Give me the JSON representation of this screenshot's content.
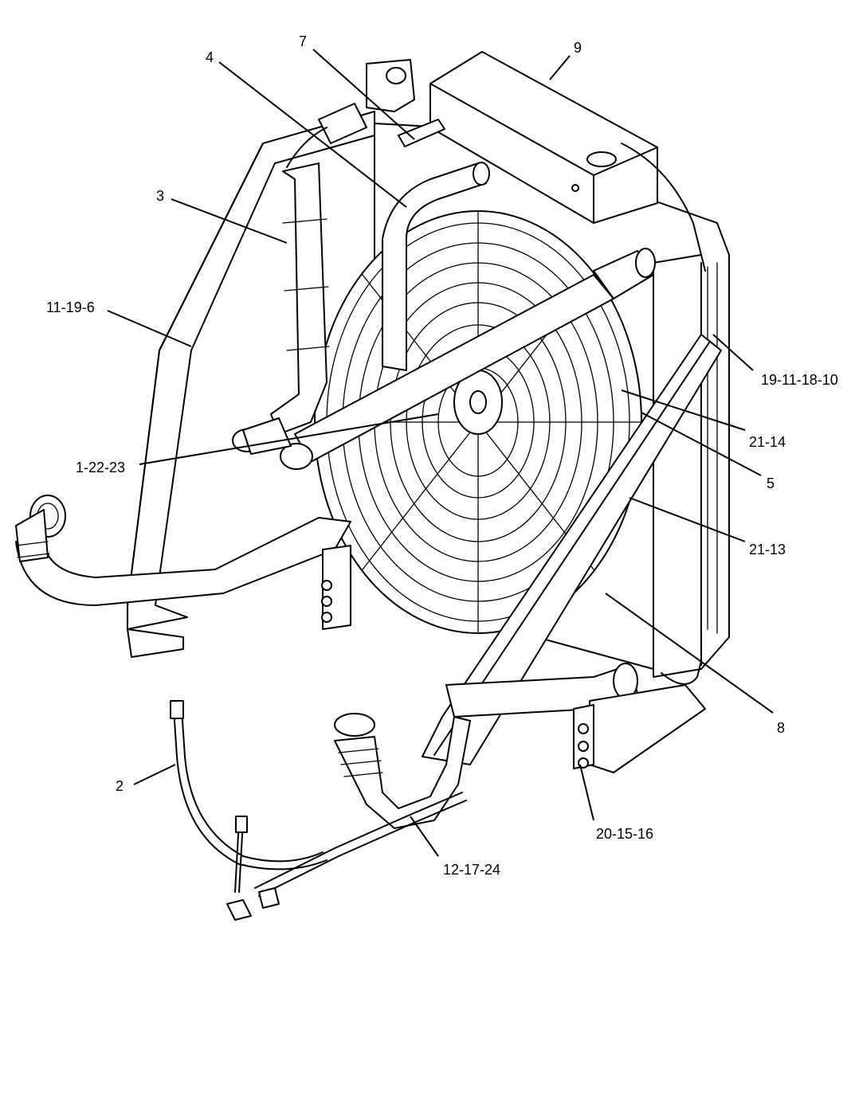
{
  "callouts": {
    "c1": "7",
    "c2": "9",
    "c3": "4",
    "c4": "3",
    "c5": "11-19-6",
    "c6": "19-11-18-10",
    "c7": "21-14",
    "c8": "1-22-23",
    "c9": "5",
    "c10": "21-13",
    "c11": "8",
    "c12": "2",
    "c13": "20-15-16",
    "c14": "12-17-24"
  }
}
